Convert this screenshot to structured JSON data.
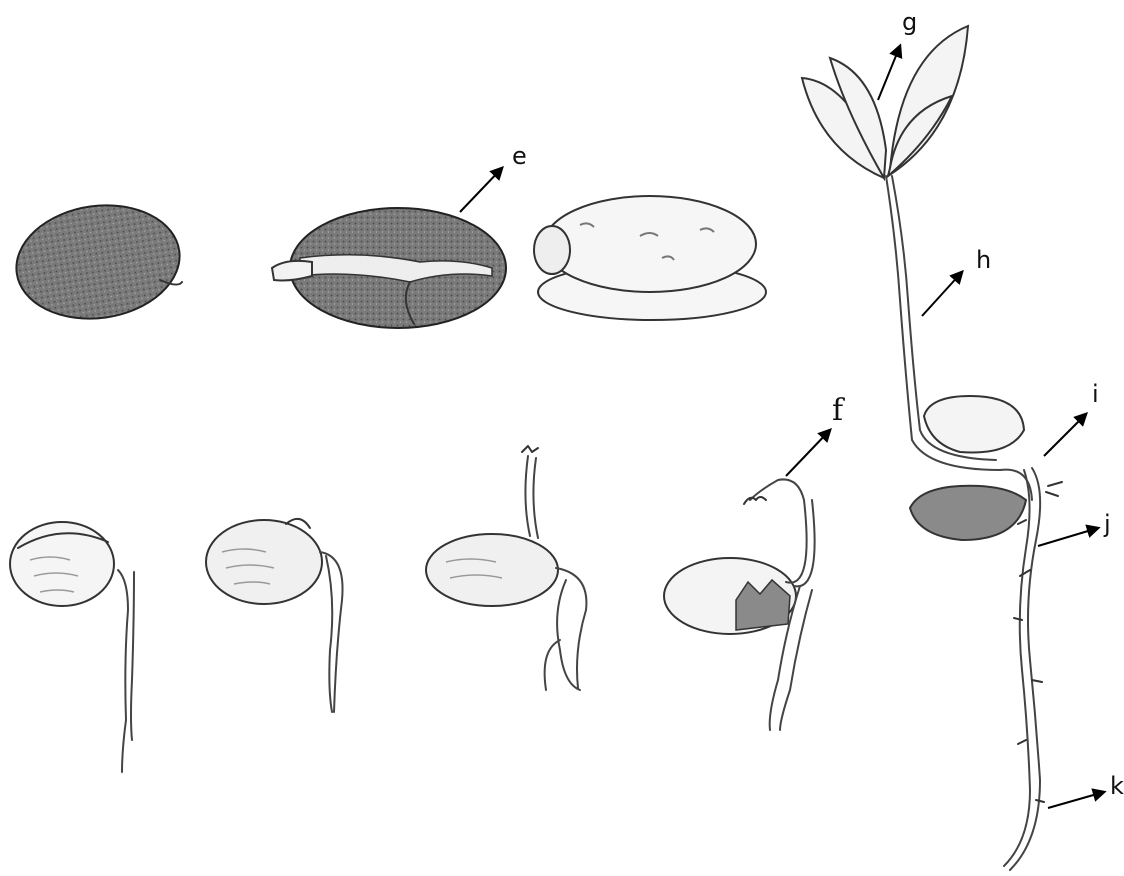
{
  "labels": {
    "e": "e",
    "f": "f",
    "g": "g",
    "h": "h",
    "i": "i",
    "j": "j",
    "k": "k"
  },
  "colors": {
    "seed_coat": "#6d6d6d",
    "cotyledon": "#f4f4f4",
    "ink": "#333333",
    "arrow": "#000000"
  }
}
